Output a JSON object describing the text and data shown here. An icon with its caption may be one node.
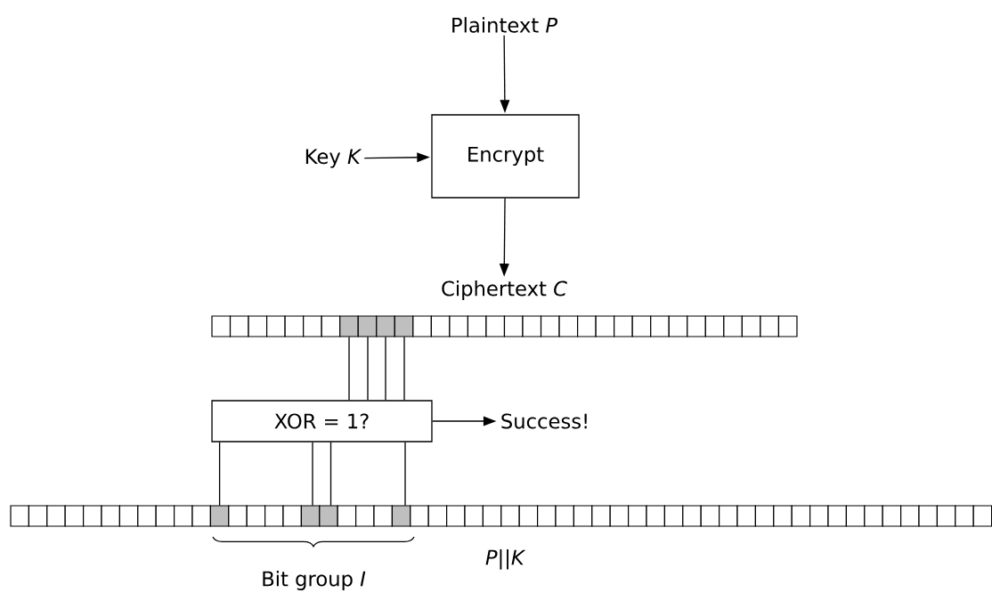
{
  "diagram": {
    "nodes": [
      {
        "text": [
          "Plaintext *P*"
        ]
      },
      {
        "text": [
          "Encrypt"
        ]
      },
      {
        "text": [
          "Key *K*"
        ]
      },
      {
        "text": [
          "Ciphertext *C*"
        ]
      },
      {
        "text": [],
        "shape": "bar"
      },
      {
        "text": [
          "XOR = 1?"
        ]
      },
      {
        "text": [
          "Success!"
        ]
      },
      {
        "text": [],
        "shape": "bar",
        "beside": [
          "*P*||*K*"
        ]
      }
    ],
    "edges": [
      {
        "from": 0,
        "to": 1,
        "arrow": "to"
      },
      {
        "from": 2,
        "to": 1,
        "arrow": "to"
      },
      {
        "from": 1,
        "to": 3,
        "arrow": "to"
      },
      {
        "from": 4,
        "to": 5,
        "arrow": "none"
      },
      {
        "from": 4,
        "to": 5,
        "arrow": "none"
      },
      {
        "from": 4,
        "to": 5,
        "arrow": "none"
      },
      {
        "from": 4,
        "to": 5,
        "arrow": "none"
      },
      {
        "from": 5,
        "to": 6,
        "arrow": "to"
      },
      {
        "from": 5,
        "to": 7,
        "arrow": "none"
      },
      {
        "from": 5,
        "to": 7,
        "arrow": "none"
      },
      {
        "from": 5,
        "to": 7,
        "arrow": "none"
      },
      {
        "from": 5,
        "to": 7,
        "arrow": "none"
      }
    ],
    "labels": [
      "Bit group *I*"
    ]
  }
}
